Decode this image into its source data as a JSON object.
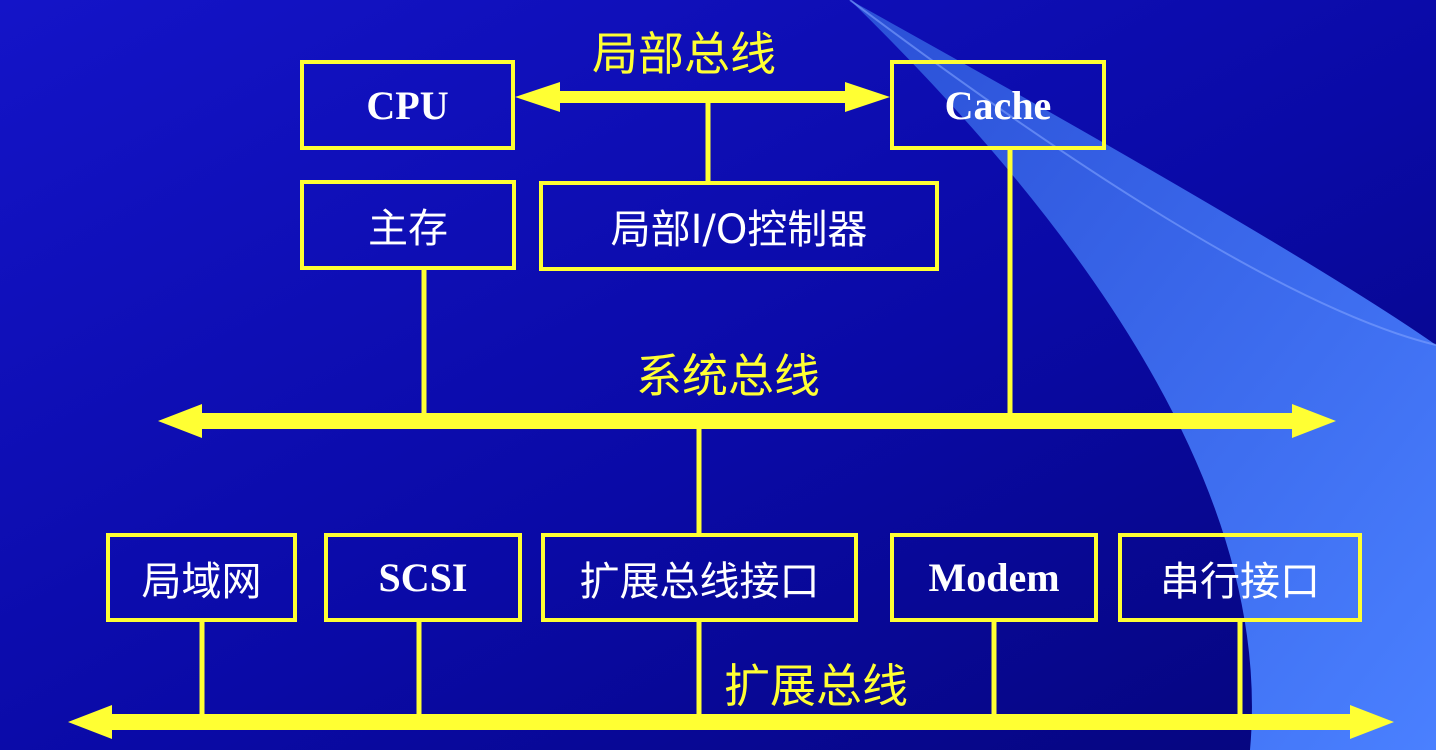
{
  "colors": {
    "background": "#0a0a9a",
    "line": "#ffff33",
    "box_text": "#ffffff",
    "bus_label": "#ffff33",
    "accent_swoosh": "#3a6cf0"
  },
  "buses": {
    "local": "局部总线",
    "system": "系统总线",
    "expansion": "扩展总线"
  },
  "nodes": {
    "cpu": "CPU",
    "cache": "Cache",
    "main_memory": "主存",
    "local_io_controller": "局部I/O控制器",
    "lan": "局域网",
    "scsi": "SCSI",
    "expansion_bus_interface": "扩展总线接口",
    "modem": "Modem",
    "serial_interface": "串行接口"
  }
}
